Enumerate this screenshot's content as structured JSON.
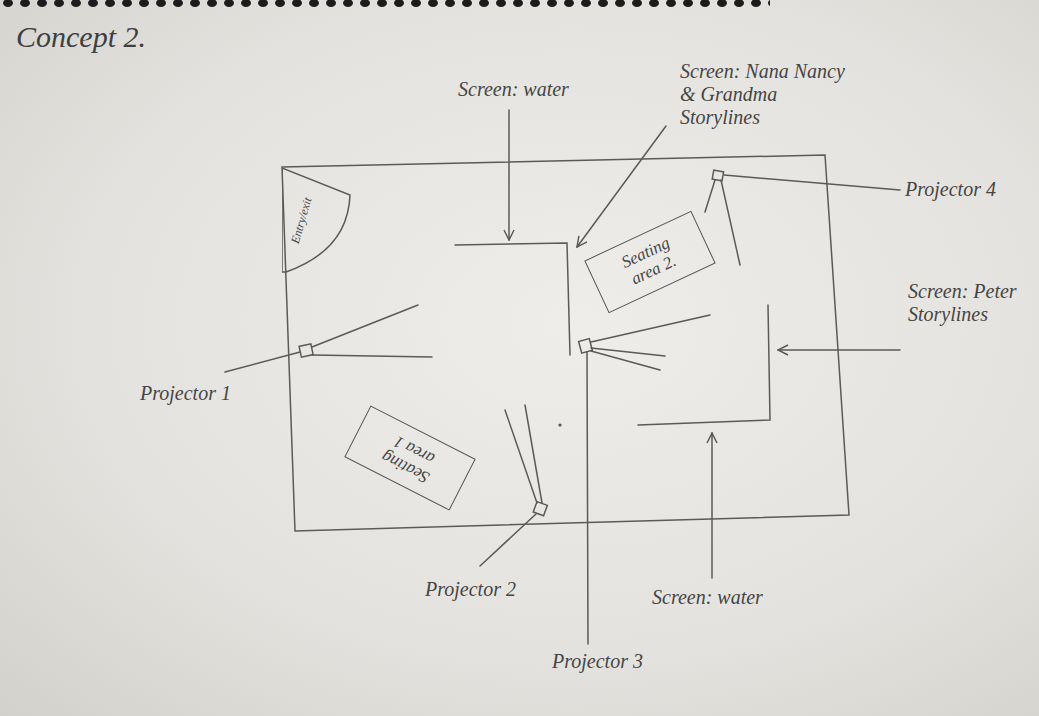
{
  "diagram": {
    "title": "Concept 2.",
    "nodes": [
      {
        "text": [
          "Entry/exit"
        ]
      },
      {
        "text": [
          "Seating area 2."
        ]
      },
      {
        "text": [
          "Seating area 1"
        ]
      }
    ],
    "labels": [
      "Screen: water",
      "Screen: Nana Nancy & Grandma Storylines",
      "Projector 4",
      "Projector 1",
      "Screen: Peter Storylines",
      "Projector 3",
      "Projector 2",
      "Screen: water"
    ]
  }
}
